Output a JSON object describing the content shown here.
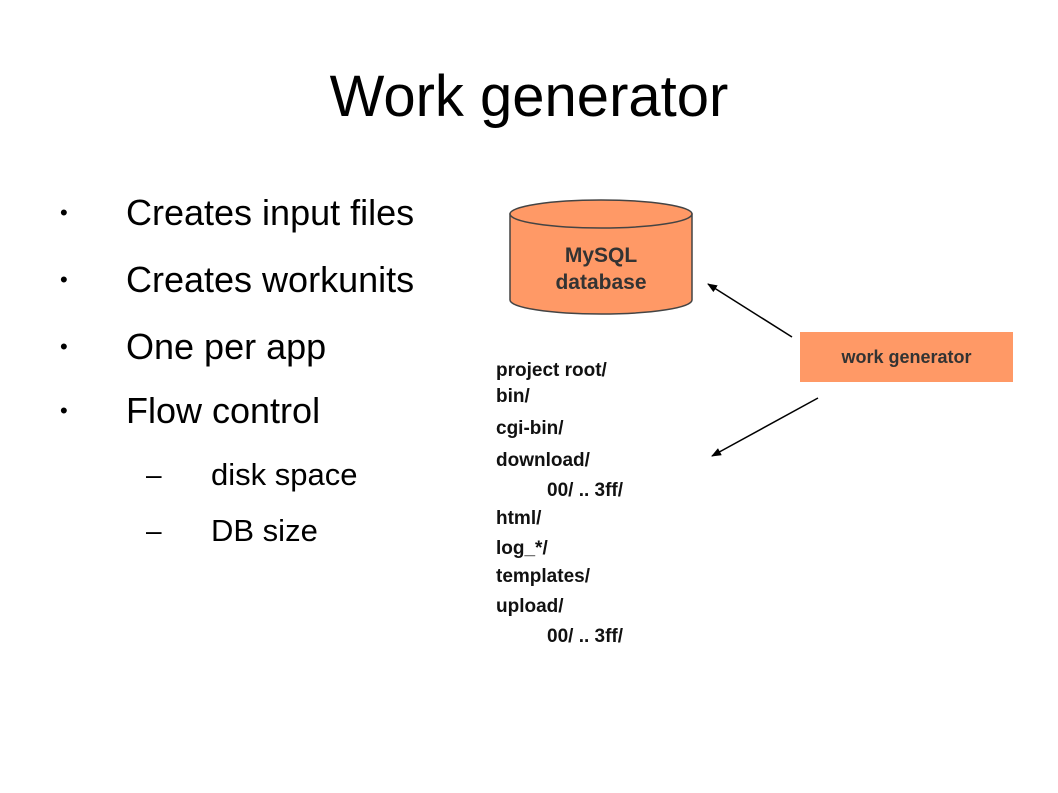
{
  "title": "Work generator",
  "bullets": [
    "Creates input files",
    "Creates workunits",
    "One per app",
    "Flow control"
  ],
  "sub_bullets": [
    "disk space",
    "DB size"
  ],
  "database": {
    "line1": "MySQL",
    "line2": "database",
    "fill_color": "#ff9966"
  },
  "work_generator_label": "work generator",
  "directory_tree": [
    "project root/",
    "bin/",
    "cgi-bin/",
    "download/",
    "00/ .. 3ff/",
    "html/",
    "log_*/",
    "templates/",
    "upload/",
    "00/ .. 3ff/"
  ]
}
